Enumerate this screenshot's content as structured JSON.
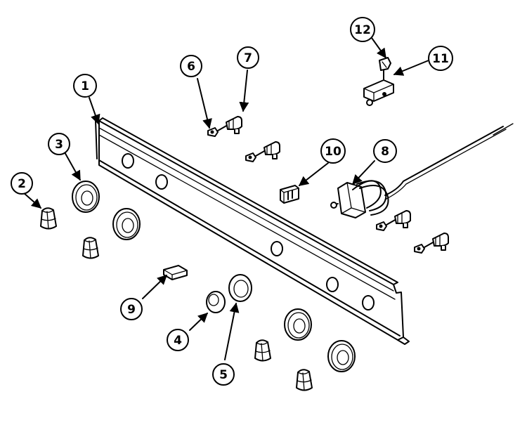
{
  "diagram": {
    "callouts": [
      {
        "id": "callout-1",
        "label": "1"
      },
      {
        "id": "callout-2",
        "label": "2"
      },
      {
        "id": "callout-3",
        "label": "3"
      },
      {
        "id": "callout-4",
        "label": "4"
      },
      {
        "id": "callout-5",
        "label": "5"
      },
      {
        "id": "callout-6",
        "label": "6"
      },
      {
        "id": "callout-7",
        "label": "7"
      },
      {
        "id": "callout-8",
        "label": "8"
      },
      {
        "id": "callout-9",
        "label": "9"
      },
      {
        "id": "callout-10",
        "label": "10"
      },
      {
        "id": "callout-11",
        "label": "11"
      },
      {
        "id": "callout-12",
        "label": "12"
      }
    ]
  }
}
